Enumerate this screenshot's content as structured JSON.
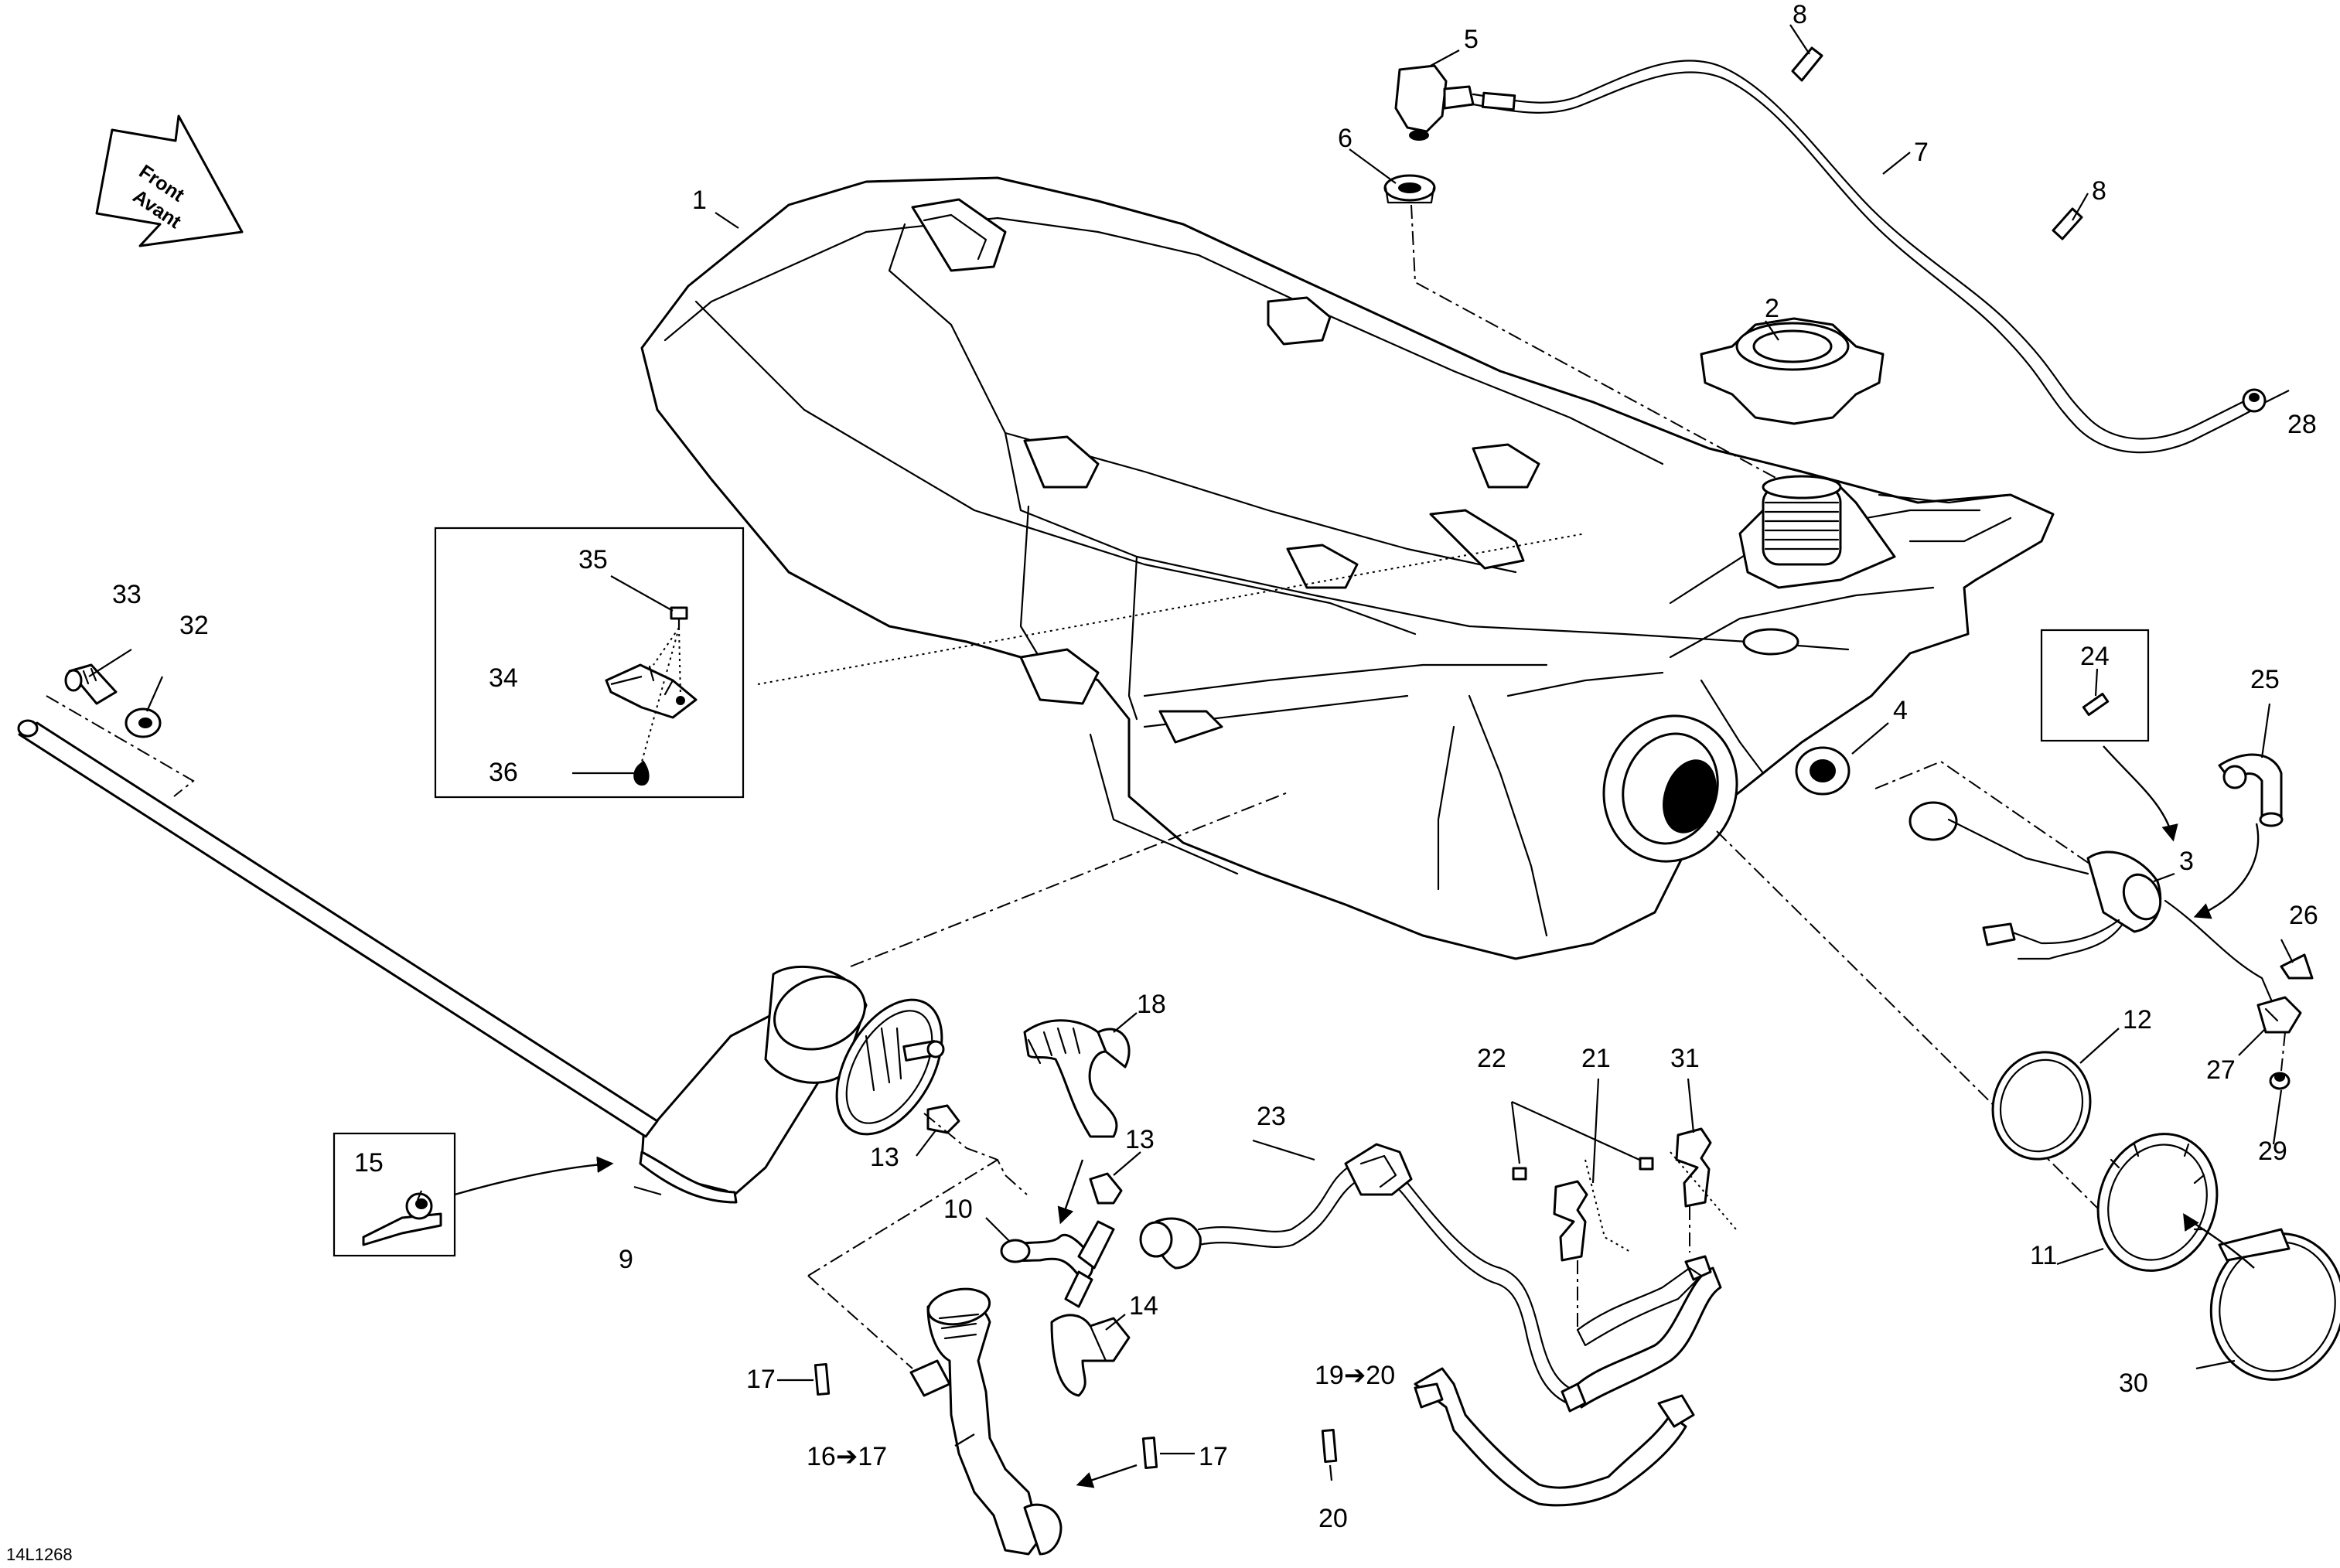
{
  "diagram": {
    "code": "14L1268",
    "direction_label_1": "Front",
    "direction_label_2": "Avant",
    "callouts": {
      "c1": "1",
      "c2": "2",
      "c3": "3",
      "c4": "4",
      "c5": "5",
      "c6": "6",
      "c7": "7",
      "c8a": "8",
      "c8b": "8",
      "c9": "9",
      "c10": "10",
      "c11": "11",
      "c12": "12",
      "c13a": "13",
      "c13b": "13",
      "c14": "14",
      "c15": "15",
      "c16": "16➔17",
      "c17a": "17",
      "c17b": "17",
      "c18": "18",
      "c19": "19➔20",
      "c20": "20",
      "c21": "21",
      "c22": "22",
      "c23": "23",
      "c24": "24",
      "c25": "25",
      "c26": "26",
      "c27": "27",
      "c28": "28",
      "c29": "29",
      "c30": "30",
      "c31": "31",
      "c32": "32",
      "c33": "33",
      "c34": "34",
      "c35": "35",
      "c36": "36"
    }
  }
}
